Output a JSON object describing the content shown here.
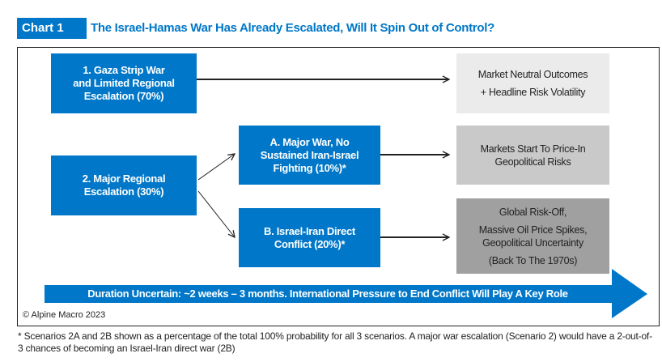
{
  "header": {
    "label": "Chart 1",
    "title": "The Israel-Hamas War Has Already Escalated, Will It Spin Out of Control?"
  },
  "scenarios": {
    "s1": [
      "1. Gaza Strip War",
      "and Limited Regional",
      "Escalation (70%)"
    ],
    "s2": [
      "2. Major Regional",
      "Escalation (30%)"
    ],
    "s2a": [
      "A. Major War, No",
      "Sustained Iran-Israel",
      "Fighting (10%)*"
    ],
    "s2b": [
      "B. Israel-Iran Direct",
      "Conflict (20%)*"
    ]
  },
  "outcomes": {
    "o1": [
      "Market Neutral Outcomes",
      "+ Headline Risk Volatility"
    ],
    "o2": [
      "Markets Start To Price-In",
      "Geopolitical Risks"
    ],
    "o3": [
      "Global Risk-Off,",
      "Massive Oil Price Spikes,",
      "Geopolitical Uncertainty",
      "(Back To The 1970s)"
    ]
  },
  "duration": "Duration Uncertain: ~2 weeks – 3 months. International Pressure to End Conflict Will Play A Key Role",
  "copyright": "© Alpine Macro 2023",
  "footnote": "* Scenarios 2A and 2B shown as a percentage of the total 100% probability for all 3 scenarios. A major war escalation (Scenario 2) would have a 2-out-of-3 chances of becoming an Israel-Iran direct war (2B)",
  "colors": {
    "blue": "#0077c8",
    "outcome1": "#ebebeb",
    "outcome2": "#c9c9c9",
    "outcome3": "#a0a0a0"
  }
}
